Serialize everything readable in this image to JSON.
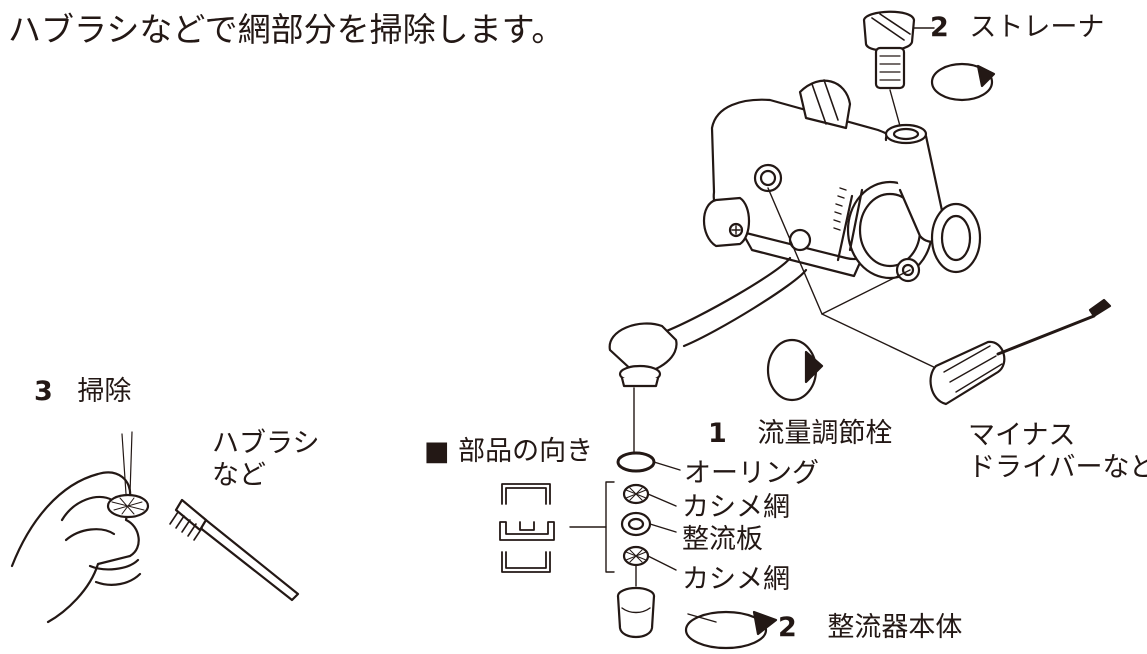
{
  "intro_text": "ハブラシなどで網部分を掃除します。",
  "steps": {
    "step1": {
      "number": "1",
      "label": "流量調節栓"
    },
    "step2_strainer": {
      "number": "2",
      "label": "ストレーナ"
    },
    "step2_body": {
      "number": "2",
      "label": "整流器本体"
    },
    "step3": {
      "number": "3",
      "label": "掃除"
    }
  },
  "tools": {
    "screwdriver": [
      "マイナス",
      "ドライバーなど"
    ],
    "toothbrush": [
      "ハブラシ",
      "など"
    ]
  },
  "parts_orientation": {
    "marker": "■",
    "title": "部品の向き"
  },
  "parts": {
    "o_ring": "オーリング",
    "mesh_top": "カシメ網",
    "flow_plate": "整流板",
    "mesh_bottom": "カシメ網"
  },
  "colors": {
    "line": "#231815",
    "background": "#ffffff"
  }
}
